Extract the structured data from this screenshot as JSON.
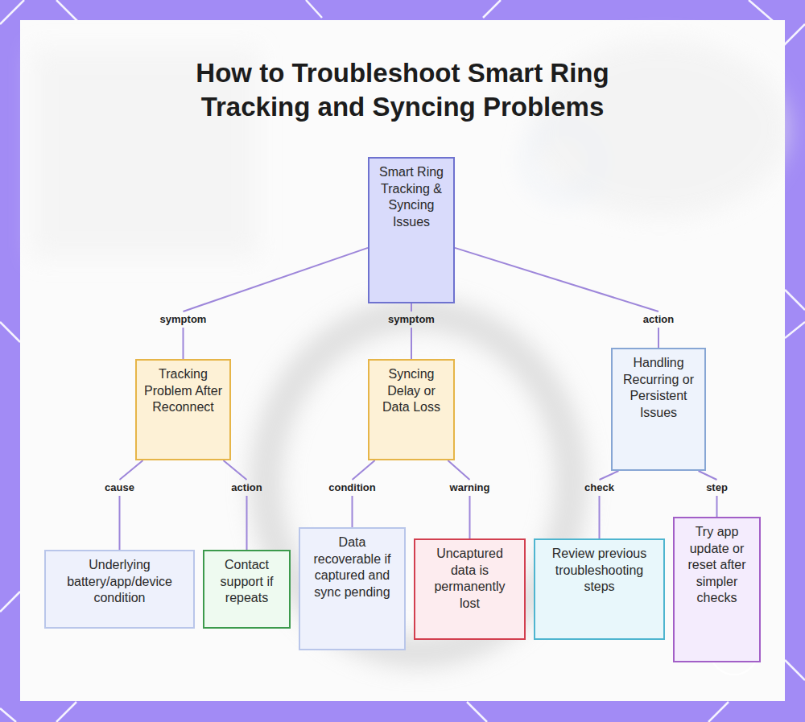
{
  "diagram": {
    "title": "How to Troubleshoot Smart Ring Tracking and Syncing Problems",
    "nodes": [
      {
        "text": [
          "Smart Ring Tracking & Syncing Issues"
        ]
      },
      {
        "text": [
          "Tracking Problem After Reconnect"
        ]
      },
      {
        "text": [
          "Syncing Delay or Data Loss"
        ]
      },
      {
        "text": [
          "Handling Recurring or Persistent Issues"
        ]
      },
      {
        "text": [
          "Underlying battery/app/device condition"
        ]
      },
      {
        "text": [
          "Contact support if repeats"
        ]
      },
      {
        "text": [
          "Data recoverable if captured and sync pending"
        ]
      },
      {
        "text": [
          "Uncaptured data is permanently lost"
        ]
      },
      {
        "text": [
          "Review previous troubleshooting steps"
        ]
      },
      {
        "text": [
          "Try app update or reset after simpler checks"
        ]
      }
    ],
    "edges": [
      {
        "from": 0,
        "to": 1,
        "label": "symptom",
        "arrow": "none"
      },
      {
        "from": 0,
        "to": 2,
        "label": "symptom",
        "arrow": "none"
      },
      {
        "from": 0,
        "to": 3,
        "label": "action",
        "arrow": "none"
      },
      {
        "from": 1,
        "to": 4,
        "label": "cause",
        "arrow": "none"
      },
      {
        "from": 1,
        "to": 5,
        "label": "action",
        "arrow": "none"
      },
      {
        "from": 2,
        "to": 6,
        "label": "condition",
        "arrow": "none"
      },
      {
        "from": 2,
        "to": 7,
        "label": "warning",
        "arrow": "none"
      },
      {
        "from": 3,
        "to": 8,
        "label": "check",
        "arrow": "none"
      },
      {
        "from": 3,
        "to": 9,
        "label": "step",
        "arrow": "none"
      }
    ]
  }
}
